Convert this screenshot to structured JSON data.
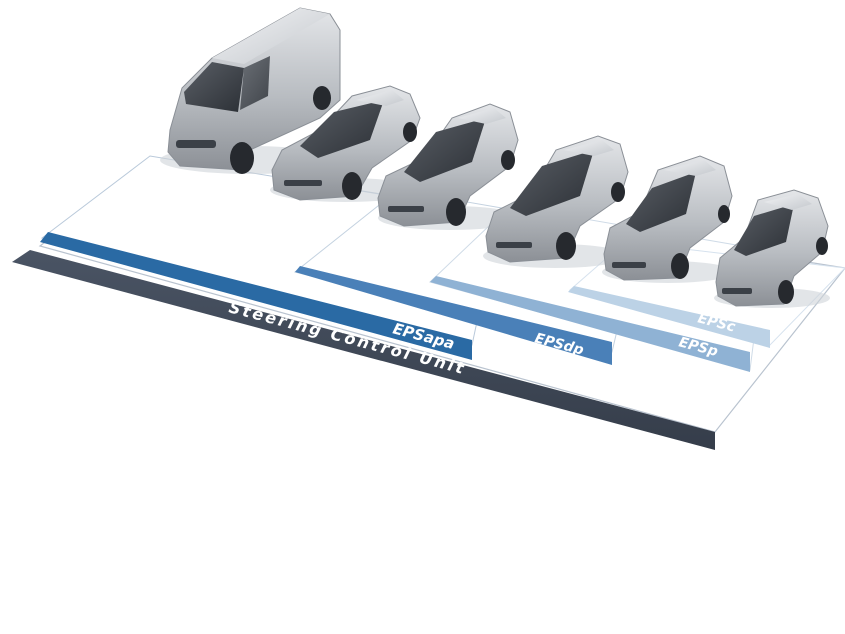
{
  "diagram": {
    "base_label": "Steering Control Unit",
    "products": [
      {
        "key": "apa",
        "label": "EPSapa",
        "color": "#2a6aa4"
      },
      {
        "key": "dp",
        "label": "EPSdp",
        "color": "#4a80b8"
      },
      {
        "key": "p",
        "label": "EPSp",
        "color": "#8fb2d4"
      },
      {
        "key": "c",
        "label": "EPSc",
        "color": "#bcd2e6"
      }
    ],
    "base_color": "#3e4756",
    "vehicles": [
      {
        "name": "van-icon"
      },
      {
        "name": "sports-sedan-icon"
      },
      {
        "name": "sedan-icon"
      },
      {
        "name": "compact-sedan-icon"
      },
      {
        "name": "hatchback-icon"
      },
      {
        "name": "small-car-icon"
      }
    ]
  }
}
